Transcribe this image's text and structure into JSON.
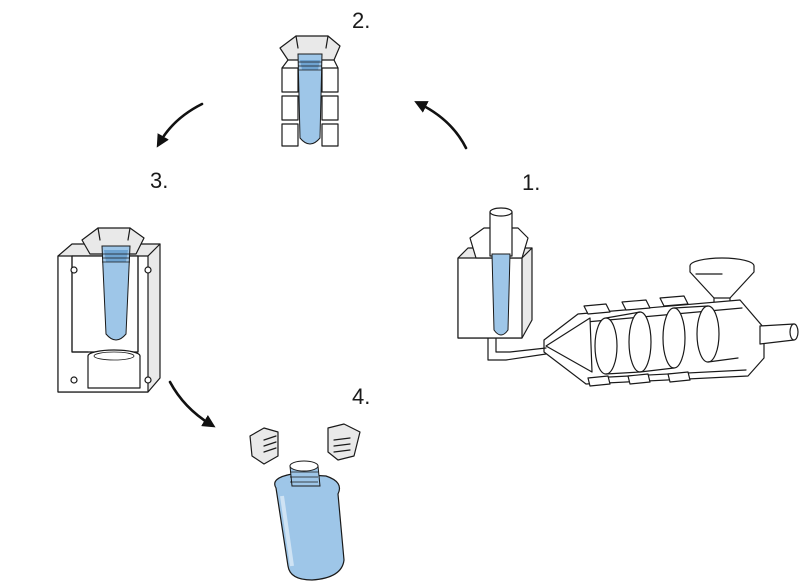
{
  "steps": [
    {
      "label": "1."
    },
    {
      "label": "2."
    },
    {
      "label": "3."
    },
    {
      "label": "4."
    }
  ],
  "colors": {
    "plastic": "#9ec6e8",
    "plastic_dark": "#6ea3d0",
    "line": "#1a1a1a",
    "mold_shade": "#e9e9e9",
    "arrow": "#111111"
  }
}
